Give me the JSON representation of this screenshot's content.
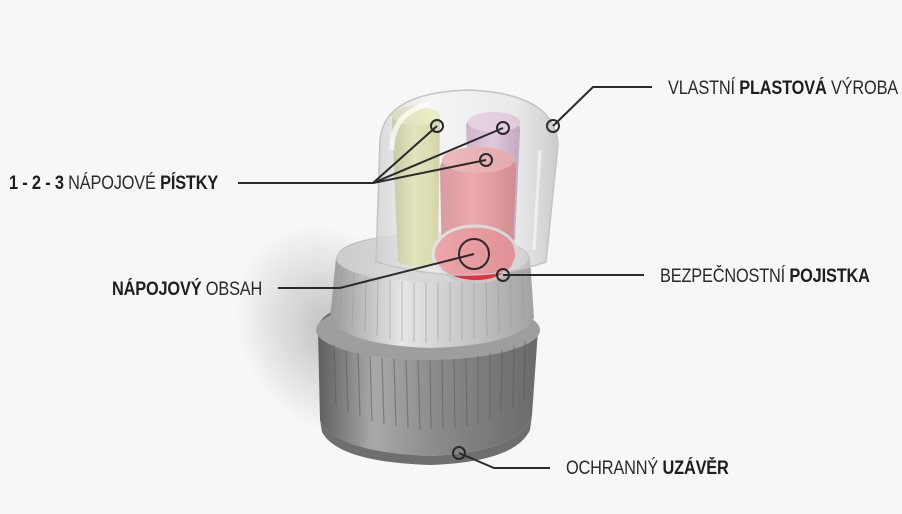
{
  "labels": {
    "vlastni": {
      "pre": "VLASTNÍ ",
      "bold": "PLASTOVÁ",
      "post": " VÝROBA"
    },
    "pistky": {
      "pre": "",
      "bold1": "1 - 2 - 3",
      "mid": " NÁPOJOVÉ ",
      "bold": "PÍSTKY",
      "post": ""
    },
    "obsah": {
      "pre": "",
      "bold": "NÁPOJOVÝ",
      "post": " OBSAH"
    },
    "pojistka": {
      "pre": "BEZPEČNOSTNÍ ",
      "bold": "POJISTKA",
      "post": ""
    },
    "uzaver": {
      "pre": "OCHRANNÝ ",
      "bold": "UZÁVĚR",
      "post": ""
    }
  },
  "colors": {
    "background": "#f7f7f7",
    "line": "#2a2a2a",
    "cap": "#8c8c8c",
    "piston_yellow": "#c9cc5a",
    "piston_pink": "#c98fc0",
    "piston_red": "#e3353f",
    "dome": "#dcdcdc"
  }
}
